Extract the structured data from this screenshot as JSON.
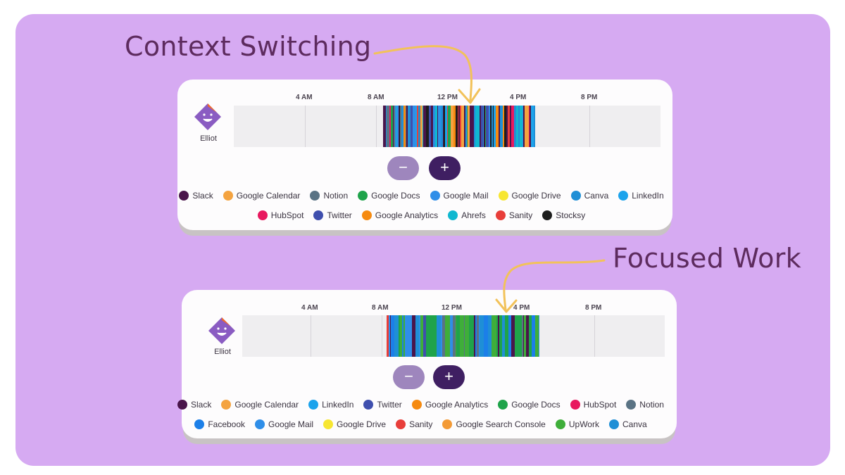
{
  "captions": {
    "top": "Context Switching",
    "bottom": "Focused Work"
  },
  "hour_labels": [
    "4 AM",
    "8 AM",
    "12 PM",
    "4 PM",
    "8 PM"
  ],
  "cards": [
    {
      "user": "Elliot",
      "zoom_out": "−",
      "zoom_in": "+",
      "legend_row1": [
        {
          "label": "Slack",
          "color": "#4a154b"
        },
        {
          "label": "Google Calendar",
          "color": "#f4a340"
        },
        {
          "label": "Notion",
          "color": "#5a7384"
        },
        {
          "label": "Google Docs",
          "color": "#1fa34a"
        },
        {
          "label": "Google Mail",
          "color": "#2f8ee8"
        },
        {
          "label": "Google Drive",
          "color": "#f7e632"
        },
        {
          "label": "Canva",
          "color": "#1f8fd6"
        },
        {
          "label": "LinkedIn",
          "color": "#1ca3ec"
        }
      ],
      "legend_row2": [
        {
          "label": "HubSpot",
          "color": "#e8195f"
        },
        {
          "label": "Twitter",
          "color": "#3f4fae"
        },
        {
          "label": "Google Analytics",
          "color": "#f68a0f"
        },
        {
          "label": "Ahrefs",
          "color": "#10b8d0"
        },
        {
          "label": "Sanity",
          "color": "#e83e3a"
        },
        {
          "label": "Stocksy",
          "color": "#1d1d1d"
        }
      ]
    },
    {
      "user": "Elliot",
      "zoom_out": "−",
      "zoom_in": "+",
      "legend_row1": [
        {
          "label": "Slack",
          "color": "#4a154b"
        },
        {
          "label": "Google Calendar",
          "color": "#f4a340"
        },
        {
          "label": "LinkedIn",
          "color": "#1ca3ec"
        },
        {
          "label": "Twitter",
          "color": "#3f4fae"
        },
        {
          "label": "Google Analytics",
          "color": "#f68a0f"
        },
        {
          "label": "Google Docs",
          "color": "#1fa34a"
        },
        {
          "label": "HubSpot",
          "color": "#e8195f"
        },
        {
          "label": "Notion",
          "color": "#5a7384"
        }
      ],
      "legend_row2": [
        {
          "label": "Facebook",
          "color": "#1c7fe8"
        },
        {
          "label": "Google Mail",
          "color": "#2f8ee8"
        },
        {
          "label": "Google Drive",
          "color": "#f7e632"
        },
        {
          "label": "Sanity",
          "color": "#e83e3a"
        },
        {
          "label": "Google Search Console",
          "color": "#f39a36"
        },
        {
          "label": "UpWork",
          "color": "#3fae3a"
        },
        {
          "label": "Canva",
          "color": "#1f8fd6"
        }
      ]
    }
  ]
}
